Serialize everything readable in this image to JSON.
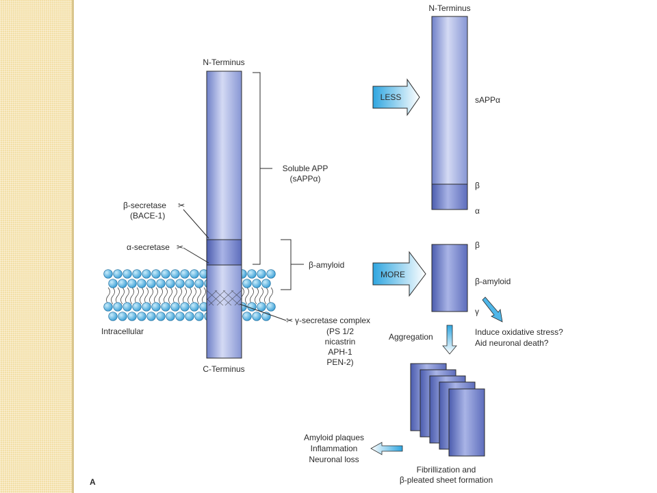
{
  "colors": {
    "background": "#ffffff",
    "sidebar": "#f3dfa6",
    "column_dark": "#6f80c8",
    "column_light": "#d4daf4",
    "membrane_bead": "#5bb6e6",
    "arrow_fill": "#6cc6ee"
  },
  "left_column": {
    "n_terminus": "N-Terminus",
    "c_terminus": "C-Terminus",
    "soluble_app_line1": "Soluble APP",
    "soluble_app_line2": "(sAPPα)",
    "beta_amyloid": "β-amyloid",
    "beta_secretase_line1": "β-secretase",
    "beta_secretase_line2": "(BACE-1)",
    "alpha_secretase": "α-secretase",
    "intracellular": "Intracellular",
    "gamma_secretase_line1": "γ-secretase complex",
    "gamma_secretase_line2": "(PS 1/2",
    "gamma_secretase_line3": "nicastrin",
    "gamma_secretase_line4": "APH-1",
    "gamma_secretase_line5": "PEN-2)"
  },
  "right_top": {
    "n_terminus": "N-Terminus",
    "less_arrow": "LESS",
    "sapp_alpha": "sAPPα",
    "beta": "β",
    "alpha": "α"
  },
  "right_mid": {
    "more_arrow": "MORE",
    "beta": "β",
    "beta_amyloid": "β-amyloid",
    "gamma": "γ",
    "oxidative_line1": "Induce oxidative stress?",
    "oxidative_line2": "Aid neuronal death?",
    "aggregation": "Aggregation"
  },
  "bottom": {
    "fibril_line1": "Fibrillization and",
    "fibril_line2": "β-pleated sheet formation",
    "outcome_line1": "Amyloid plaques",
    "outcome_line2": "Inflammation",
    "outcome_line3": "Neuronal loss",
    "panel_letter": "A"
  }
}
